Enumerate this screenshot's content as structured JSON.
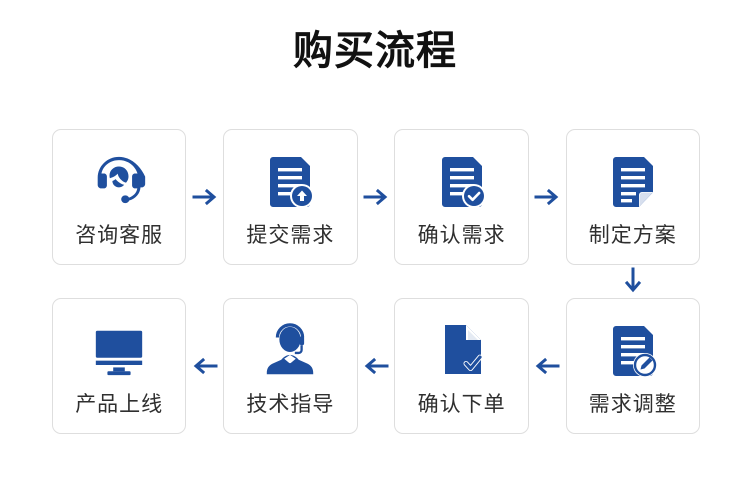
{
  "page": {
    "title": "购买流程",
    "background": "#ffffff",
    "accent_blue": "#1f4f9e",
    "text_color": "#2f2f2f",
    "card_border": "#dedede"
  },
  "flow": {
    "rows": [
      {
        "direction": "right",
        "steps": [
          {
            "label": "咨询客服",
            "icon": "headset-support-icon"
          },
          {
            "label": "提交需求",
            "icon": "document-upload-icon"
          },
          {
            "label": "确认需求",
            "icon": "document-check-icon"
          },
          {
            "label": "制定方案",
            "icon": "document-folded-corner-icon"
          }
        ]
      },
      {
        "direction": "left",
        "steps": [
          {
            "label": "产品上线",
            "icon": "monitor-icon"
          },
          {
            "label": "技术指导",
            "icon": "technician-headset-icon"
          },
          {
            "label": "确认下单",
            "icon": "document-page-check-icon"
          },
          {
            "label": "需求调整",
            "icon": "document-edit-icon"
          }
        ]
      }
    ],
    "connector_right": "arrow-right-icon",
    "connector_left": "arrow-left-icon",
    "connector_down": "arrow-down-icon"
  }
}
